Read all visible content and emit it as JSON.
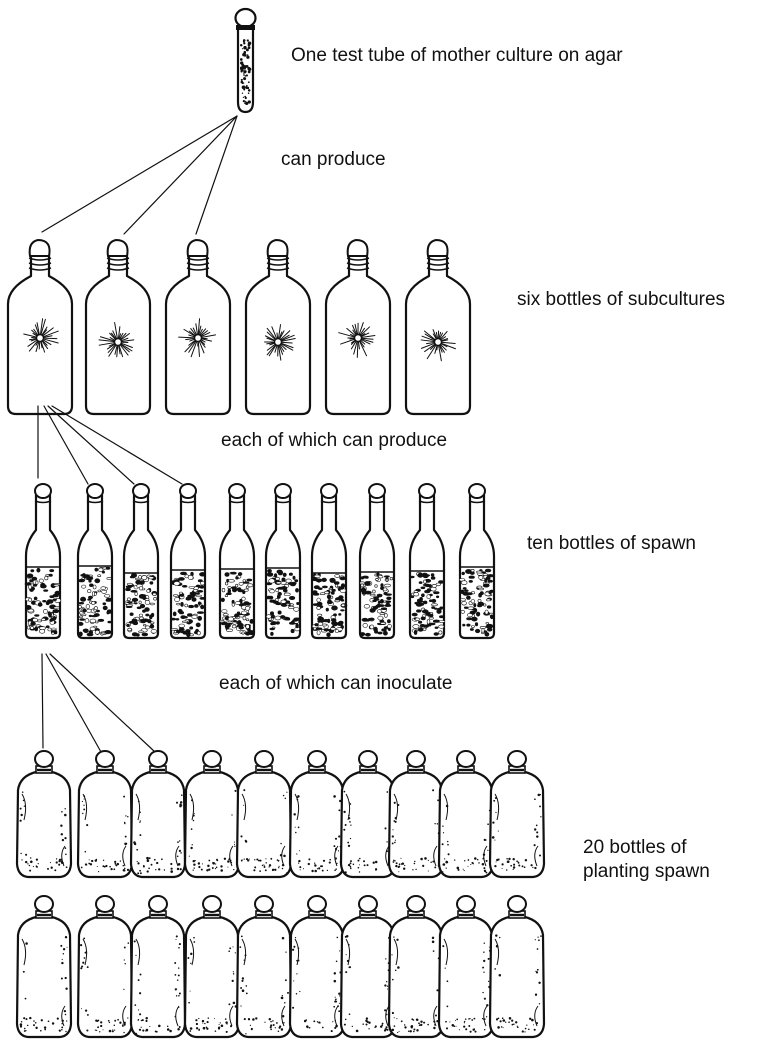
{
  "diagram": {
    "stages": [
      {
        "id": "mother",
        "label": "One test tube of mother culture on agar",
        "count": 1
      },
      {
        "id": "subcultures",
        "label": "six bottles of subcultures",
        "count": 6
      },
      {
        "id": "spawn",
        "label": "ten bottles of spawn",
        "count": 10
      },
      {
        "id": "planting",
        "label": "20 bottles of planting spawn",
        "label_lines": [
          "20 bottles of",
          "planting spawn"
        ],
        "count": 20
      }
    ],
    "connectors": [
      {
        "label": "can produce"
      },
      {
        "label": "each of which can produce"
      },
      {
        "label": "each of which can inoculate"
      }
    ],
    "colors": {
      "ink": "#111111",
      "paper": "#ffffff"
    }
  }
}
